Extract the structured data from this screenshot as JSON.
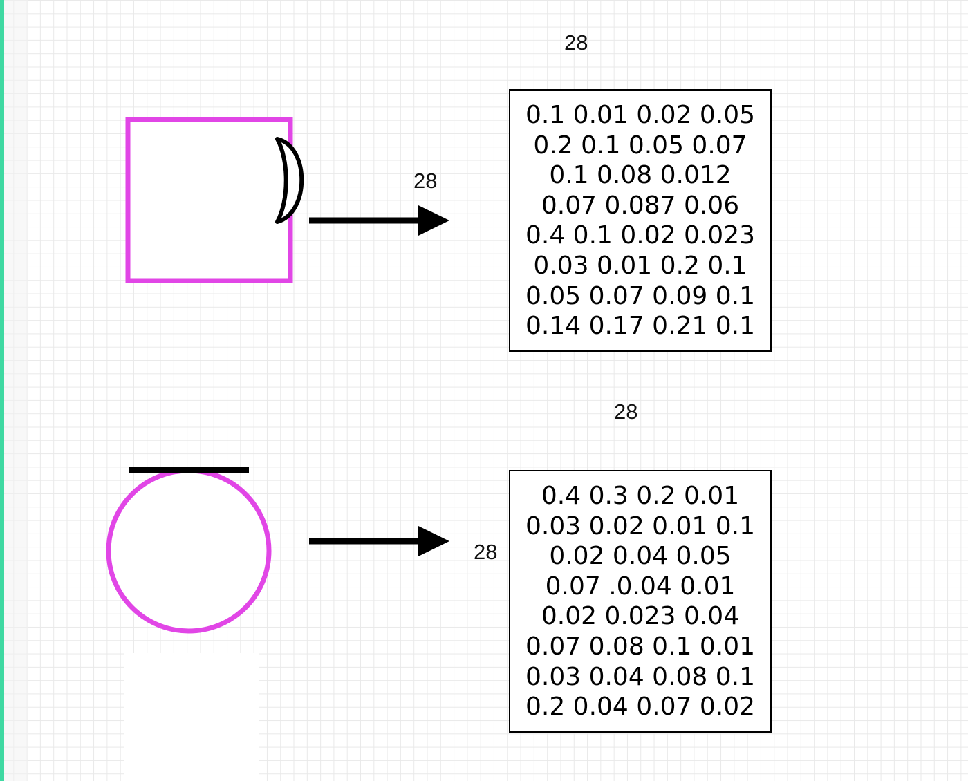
{
  "colors": {
    "shape_stroke": "#e146e6",
    "arrow": "#000000",
    "accent_bar": "#3fd9a2"
  },
  "top": {
    "shape": "square",
    "input_width_label": "28",
    "matrix_width_label": "28",
    "matrix_rows": [
      "0.1 0.01 0.02 0.05",
      "0.2 0.1 0.05 0.07",
      "0.1 0.08 0.012",
      "0.07 0.087 0.06",
      "0.4 0.1 0.02 0.023",
      "0.03 0.01 0.2 0.1",
      "0.05 0.07 0.09 0.1",
      "0.14 0.17 0.21 0.1"
    ]
  },
  "bottom": {
    "shape": "circle",
    "matrix_width_label": "28",
    "matrix_height_label": "28",
    "matrix_rows": [
      "0.4 0.3 0.2 0.01",
      "0.03 0.02 0.01 0.1",
      "0.02 0.04 0.05",
      "0.07 .0.04 0.01",
      "0.02 0.023 0.04",
      "0.07 0.08 0.1 0.01",
      "0.03 0.04 0.08 0.1",
      "0.2 0.04 0.07 0.02"
    ]
  }
}
